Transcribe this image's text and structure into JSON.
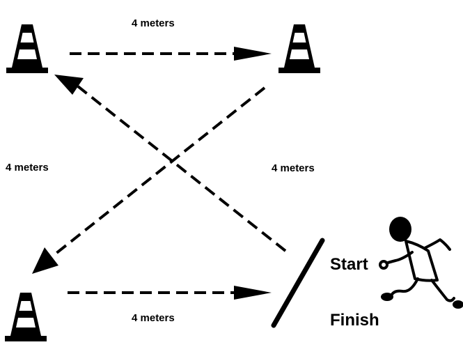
{
  "labels": {
    "top_distance": "4 meters",
    "left_distance": "4 meters",
    "right_distance": "4 meters",
    "bottom_distance": "4 meters",
    "start": "Start",
    "finish": "Finish"
  },
  "icons": {
    "cone": "traffic-cone",
    "runner": "running-figure"
  },
  "colors": {
    "ink": "#000000",
    "paper": "#ffffff"
  }
}
